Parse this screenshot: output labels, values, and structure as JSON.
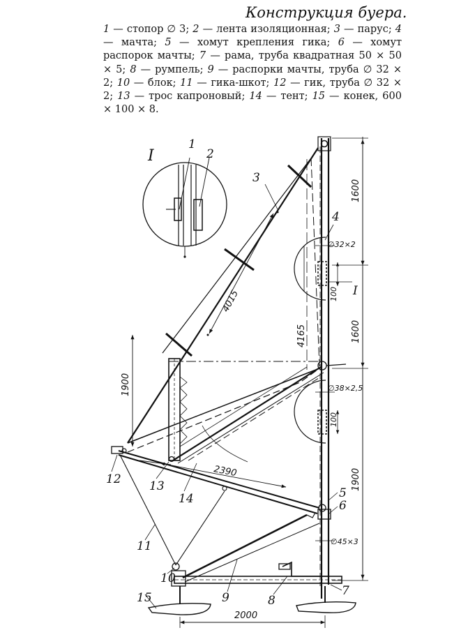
{
  "title": "Конструкция буера.",
  "legend": [
    {
      "n": "1",
      "t": "стопор ∅ 3;"
    },
    {
      "n": "2",
      "t": "лента изоляционная;"
    },
    {
      "n": "3",
      "t": "парус;"
    },
    {
      "n": "4",
      "t": "мачта;"
    },
    {
      "n": "5",
      "t": "хомут крепления гика;"
    },
    {
      "n": "6",
      "t": "хомут распорок мачты;"
    },
    {
      "n": "7",
      "t": "рама, труба квадратная 50 × 50 × 5;"
    },
    {
      "n": "8",
      "t": "румпель;"
    },
    {
      "n": "9",
      "t": "распорки мачты, труба ∅ 32 × 2;"
    },
    {
      "n": "10",
      "t": "блок;"
    },
    {
      "n": "11",
      "t": "гика-шкот;"
    },
    {
      "n": "12",
      "t": "гик, труба ∅ 32 × 2;"
    },
    {
      "n": "13",
      "t": "трос капроновый;"
    },
    {
      "n": "14",
      "t": "тент;"
    },
    {
      "n": "15",
      "t": "конек, 600 × 100 × 8."
    }
  ],
  "drawing": {
    "detail_marker": "I",
    "labels": {
      "l1": "1",
      "l2": "2",
      "l3": "3",
      "l4": "4",
      "l5": "5",
      "l6": "6",
      "l7": "7",
      "l8": "8",
      "l9": "9",
      "l10": "10",
      "l11": "11",
      "l12": "12",
      "l13": "13",
      "l14": "14",
      "l15": "15"
    },
    "dimensions": {
      "mast_top": "1600",
      "mast_mid": "1600",
      "mast_low": "1900",
      "boom_height": "1900",
      "sail_luff": "4015",
      "mast_total": "4165",
      "boom_len": "2390",
      "frame_len": "2000",
      "tube_upper": "∅32×2",
      "tube_mid": "∅38×2,5",
      "tube_low": "∅45×3",
      "sleeve_upper": "100",
      "sleeve_mid": "100",
      "section_ref": "I"
    }
  }
}
